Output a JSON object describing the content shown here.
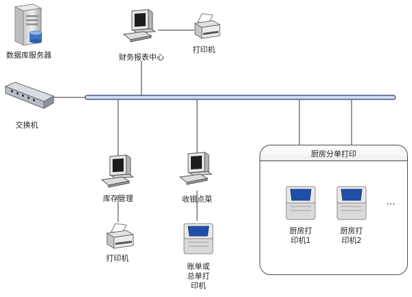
{
  "nodes": {
    "db_server": {
      "label": "数据库服务器",
      "icon": "server-icon"
    },
    "finance_center": {
      "label": "财务报表中心",
      "icon": "desktop-computer-icon"
    },
    "finance_printer": {
      "label": "打印机",
      "icon": "printer-icon"
    },
    "switch": {
      "label": "交换机",
      "icon": "network-switch-icon"
    },
    "inventory": {
      "label": "库存管理",
      "icon": "desktop-computer-icon"
    },
    "inventory_printer": {
      "label": "打印机",
      "icon": "printer-icon"
    },
    "cashier": {
      "label": "收银点菜",
      "icon": "desktop-computer-icon"
    },
    "bill_printer": {
      "label": "账单或总单打印机",
      "label_lines": [
        "账单或",
        "总单打",
        "印机"
      ],
      "icon": "receipt-printer-icon"
    }
  },
  "kitchen_group": {
    "title": "厨房分单打印",
    "printers": [
      {
        "label_lines": [
          "厨房打",
          "印机1"
        ],
        "icon": "receipt-printer-icon"
      },
      {
        "label_lines": [
          "厨房打",
          "印机2"
        ],
        "icon": "receipt-printer-icon"
      }
    ],
    "more": "…"
  },
  "colors": {
    "bus": "#cfd9ee",
    "bus_outline": "#2a3b6e",
    "wire": "#333333",
    "printer_lid": "#1f4fa8"
  }
}
